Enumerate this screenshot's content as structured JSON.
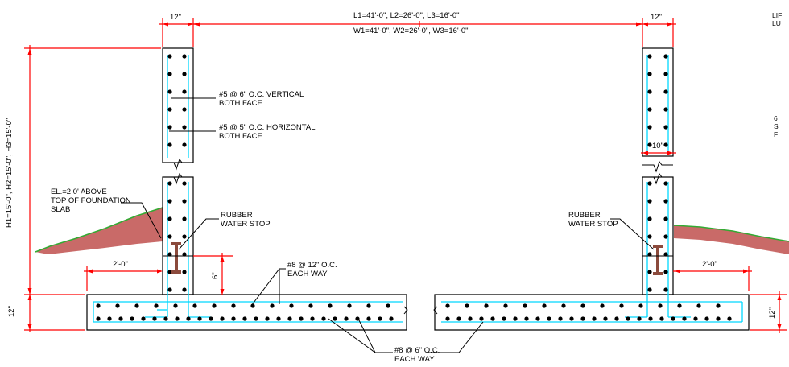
{
  "dims": {
    "wall_left_thk": "12\"",
    "wall_right_thk": "12\"",
    "lengths": "L1=41'-0\", L2=26'-0\", L3=16'-0\"",
    "widths": "W1=41'-0\", W2=26'-0\", W3=16'-0\"",
    "heights": "H1=15'-0\", H2=15'-0\", H3=15'-0\"",
    "slab_left": "12\"",
    "slab_right": "12\"",
    "toe_left": "2'-0\"",
    "toe_right": "2'-0\"",
    "right_wall_inner": "10\"",
    "keyway_depth": "6\""
  },
  "notes": {
    "vertical_1": "#5 @ 6\" O.C. VERTICAL",
    "vertical_2": "BOTH FACE",
    "horizontal_1": "#5 @ 5\" O.C. HORIZONTAL",
    "horizontal_2": "BOTH FACE",
    "el_1": "EL.=2.0' ABOVE",
    "el_2": "TOP OF FOUNDATION",
    "el_3": "SLAB",
    "ws_left_1": "RUBBER",
    "ws_left_2": "WATER STOP",
    "ws_right_1": "RUBBER",
    "ws_right_2": "WATER STOP",
    "top_bars_1": "#8 @ 12\" O.C.",
    "top_bars_2": "EACH WAY",
    "bot_bars_1": "#8 @ 6\" O.C.",
    "bot_bars_2": "EACH WAY"
  },
  "edge": {
    "top_1": "LIF",
    "top_2": "LU",
    "mid_1": "6",
    "mid_2": "S",
    "mid_3": "F"
  },
  "colors": {
    "dimension": "#ff0000",
    "rebar": "#00d8ff",
    "earth": "#c0504d",
    "grass": "#33aa33",
    "waterstop": "#8b4a3c"
  }
}
